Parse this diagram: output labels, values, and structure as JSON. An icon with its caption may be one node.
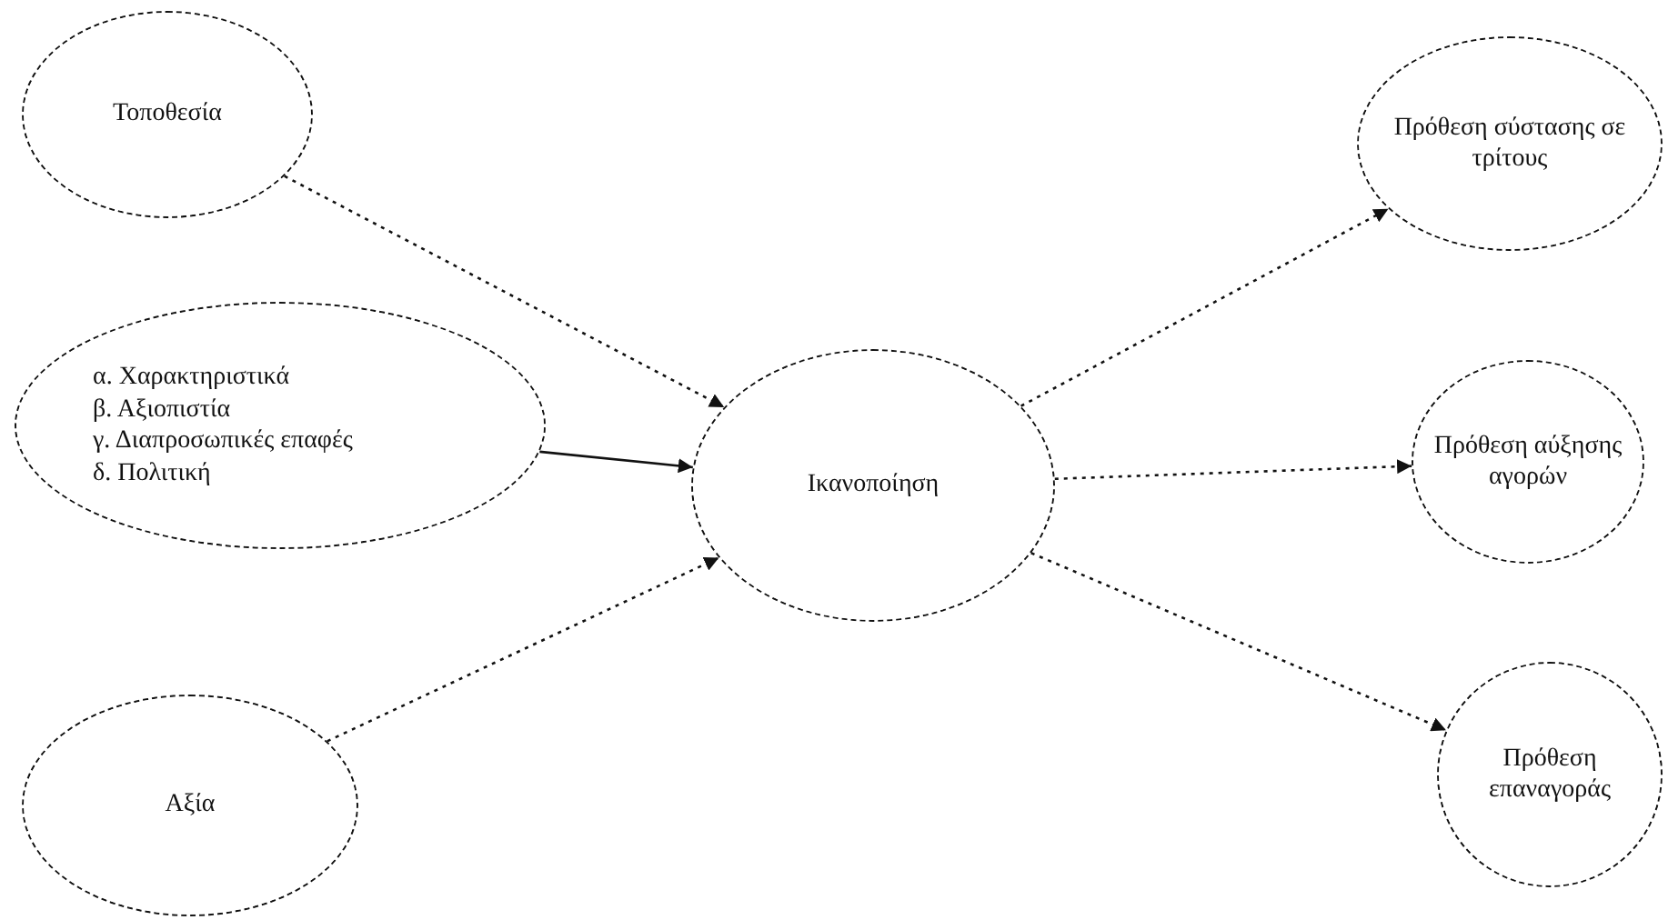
{
  "diagram": {
    "nodes": [
      {
        "text": [
          "Τοποθεσία"
        ]
      },
      {
        "text": [
          "α. Χαρακτηριστικά",
          "β. Αξιοπιστία",
          "γ. Διαπροσωπικές επαφές",
          "δ. Πολιτική"
        ]
      },
      {
        "text": [
          "Αξία"
        ]
      },
      {
        "text": [
          "Ικανοποίηση"
        ]
      },
      {
        "text": [
          "Πρόθεση σύστασης σε τρίτους"
        ]
      },
      {
        "text": [
          "Πρόθεση αύξησης αγορών"
        ]
      },
      {
        "text": [
          "Πρόθεση επαναγοράς"
        ]
      }
    ],
    "edges": [
      {
        "from": 0,
        "to": 3,
        "arrow": "to",
        "style": "dashed"
      },
      {
        "from": 1,
        "to": 3,
        "arrow": "to"
      },
      {
        "from": 2,
        "to": 3,
        "arrow": "to",
        "style": "dashed"
      },
      {
        "from": 3,
        "to": 4,
        "arrow": "to",
        "style": "dashed"
      },
      {
        "from": 3,
        "to": 5,
        "arrow": "to",
        "style": "dashed"
      },
      {
        "from": 3,
        "to": 6,
        "arrow": "to",
        "style": "dashed"
      }
    ]
  }
}
